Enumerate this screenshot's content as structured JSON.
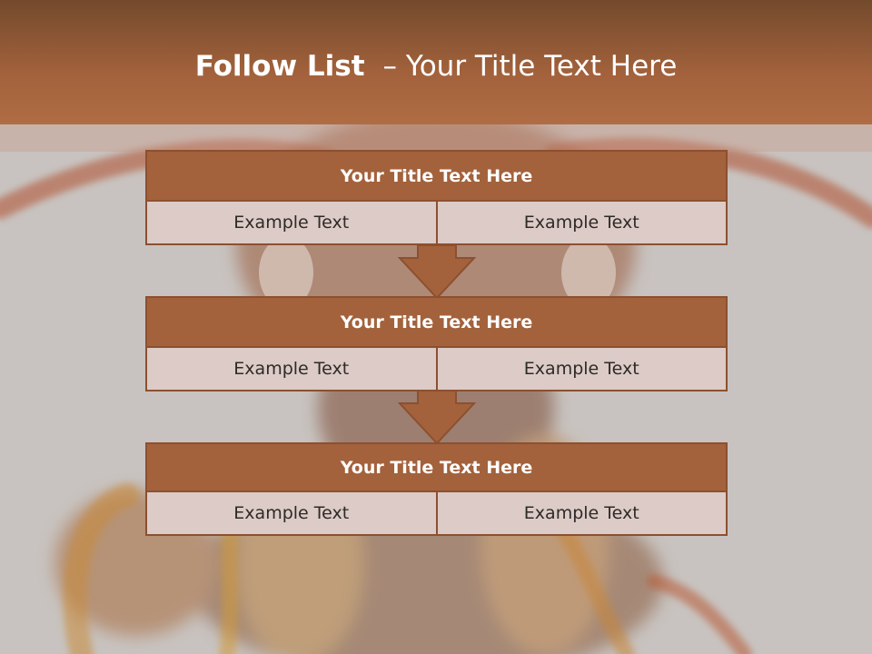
{
  "slide": {
    "title_bold": "Follow List",
    "title_rest": "– Your Title Text Here"
  },
  "blocks": [
    {
      "title": "Your Title Text Here",
      "left": "Example Text",
      "right": "Example Text"
    },
    {
      "title": "Your Title Text Here",
      "left": "Example Text",
      "right": "Example Text"
    },
    {
      "title": "Your Title Text Here",
      "left": "Example Text",
      "right": "Example Text"
    }
  ],
  "colors": {
    "header": "#a3623c",
    "cell": "#dccbc6",
    "border": "#8c5030",
    "background": "#c8c3c0"
  },
  "icons": [
    "down-arrow-icon",
    "down-arrow-icon"
  ]
}
